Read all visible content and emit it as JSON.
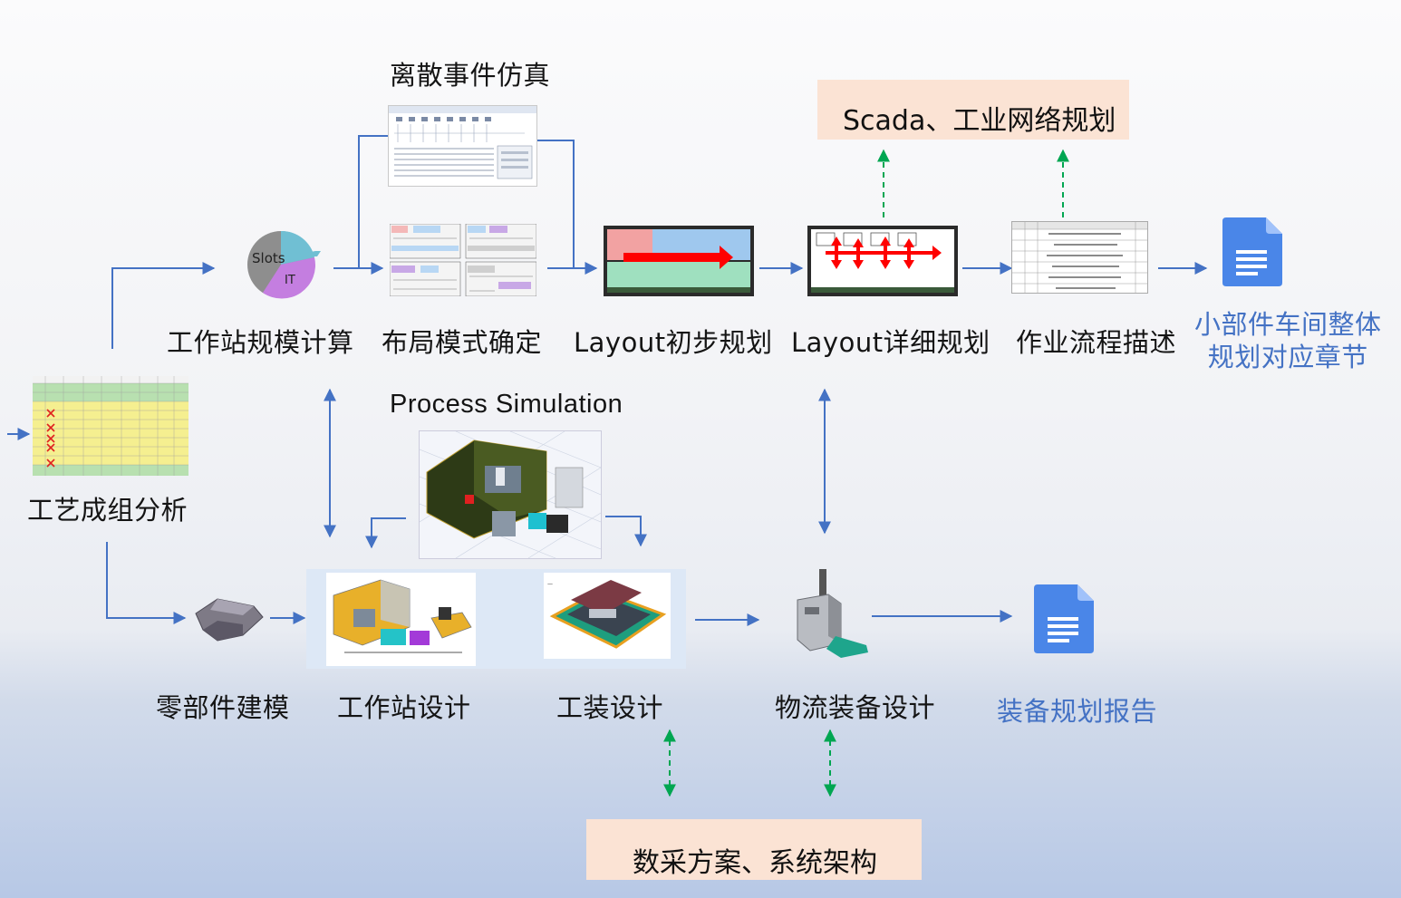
{
  "top_title": "离散事件仿真",
  "process_sim_title": "Process Simulation",
  "pie": {
    "slice1": "Slots",
    "slice2": "IT"
  },
  "top_row": [
    {
      "label": "工作站规模计算"
    },
    {
      "label": "布局模式确定"
    },
    {
      "label": "Layout初步规划"
    },
    {
      "label": "Layout详细规划"
    },
    {
      "label": "作业流程描述"
    }
  ],
  "left_label": "工艺成组分析",
  "chapter_label": "小部件车间整体\n规划对应章节",
  "scada_box": "Scada、工业网络规划",
  "bottom_row": [
    {
      "label": "零部件建模"
    },
    {
      "label": "工作站设计"
    },
    {
      "label": "工装设计"
    },
    {
      "label": "物流装备设计"
    }
  ],
  "report_label": "装备规划报告",
  "data_box": "数采方案、系统架构",
  "colors": {
    "arrow": "#4472c4",
    "dashed": "#00a651",
    "peach": "#fbe3d4",
    "doc": "#4a86e8",
    "red": "#ff0000"
  },
  "icons": [
    "pie-chart-icon",
    "document-icon",
    "spreadsheet-icon",
    "robot-cell-icon",
    "fixture-icon",
    "agv-icon",
    "part-icon"
  ]
}
